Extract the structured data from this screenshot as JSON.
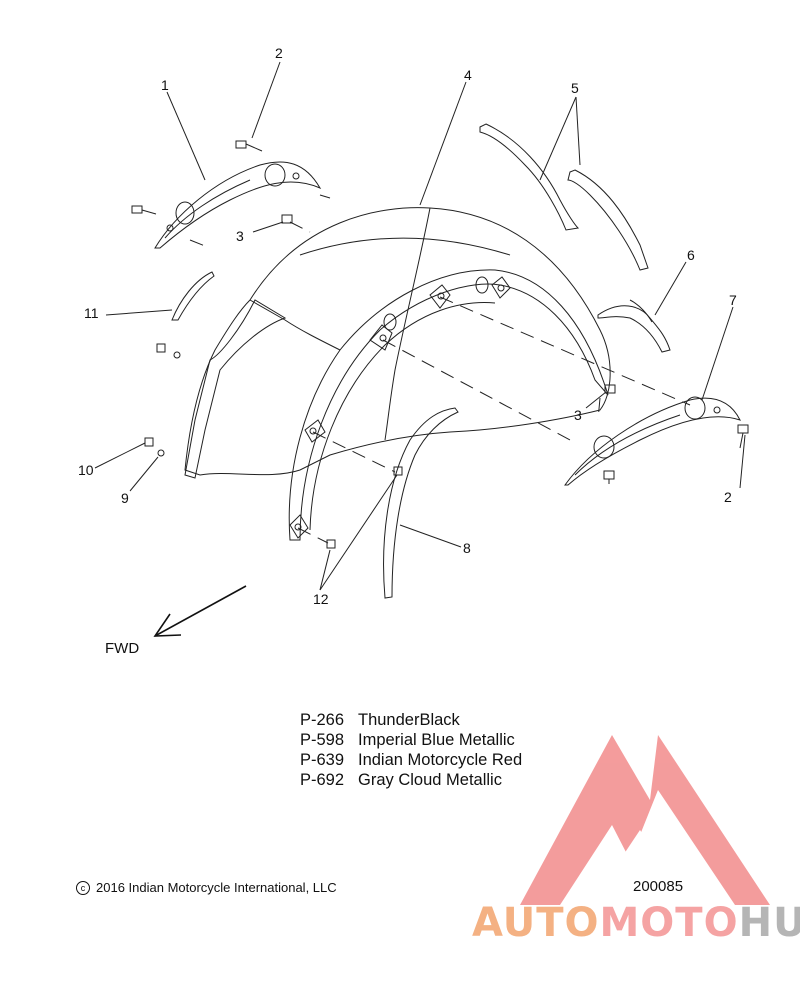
{
  "callouts": {
    "c1": "1",
    "c2a": "2",
    "c2b": "2",
    "c3a": "3",
    "c3b": "3",
    "c4": "4",
    "c5": "5",
    "c6": "6",
    "c7": "7",
    "c8": "8",
    "c9": "9",
    "c10": "10",
    "c11": "11",
    "c12": "12"
  },
  "direction_label": "FWD",
  "paint_codes": [
    {
      "code": "P-266",
      "name": "ThunderBlack"
    },
    {
      "code": "P-598",
      "name": "Imperial Blue Metallic"
    },
    {
      "code": "P-639",
      "name": "Indian Motorcycle Red"
    },
    {
      "code": "P-692",
      "name": "Gray Cloud Metallic"
    }
  ],
  "copyright": {
    "symbol": "c",
    "text": "2016 Indian Motorcycle International, LLC"
  },
  "figure_number": "200085",
  "watermark": {
    "part1": "AUTO",
    "part2": "MOTO",
    "part3": "HUB",
    "colors": {
      "part1": "#f4b183",
      "part2": "#f5a3a3",
      "part3": "#b5b5b5",
      "logo": "#f28b8b"
    }
  }
}
